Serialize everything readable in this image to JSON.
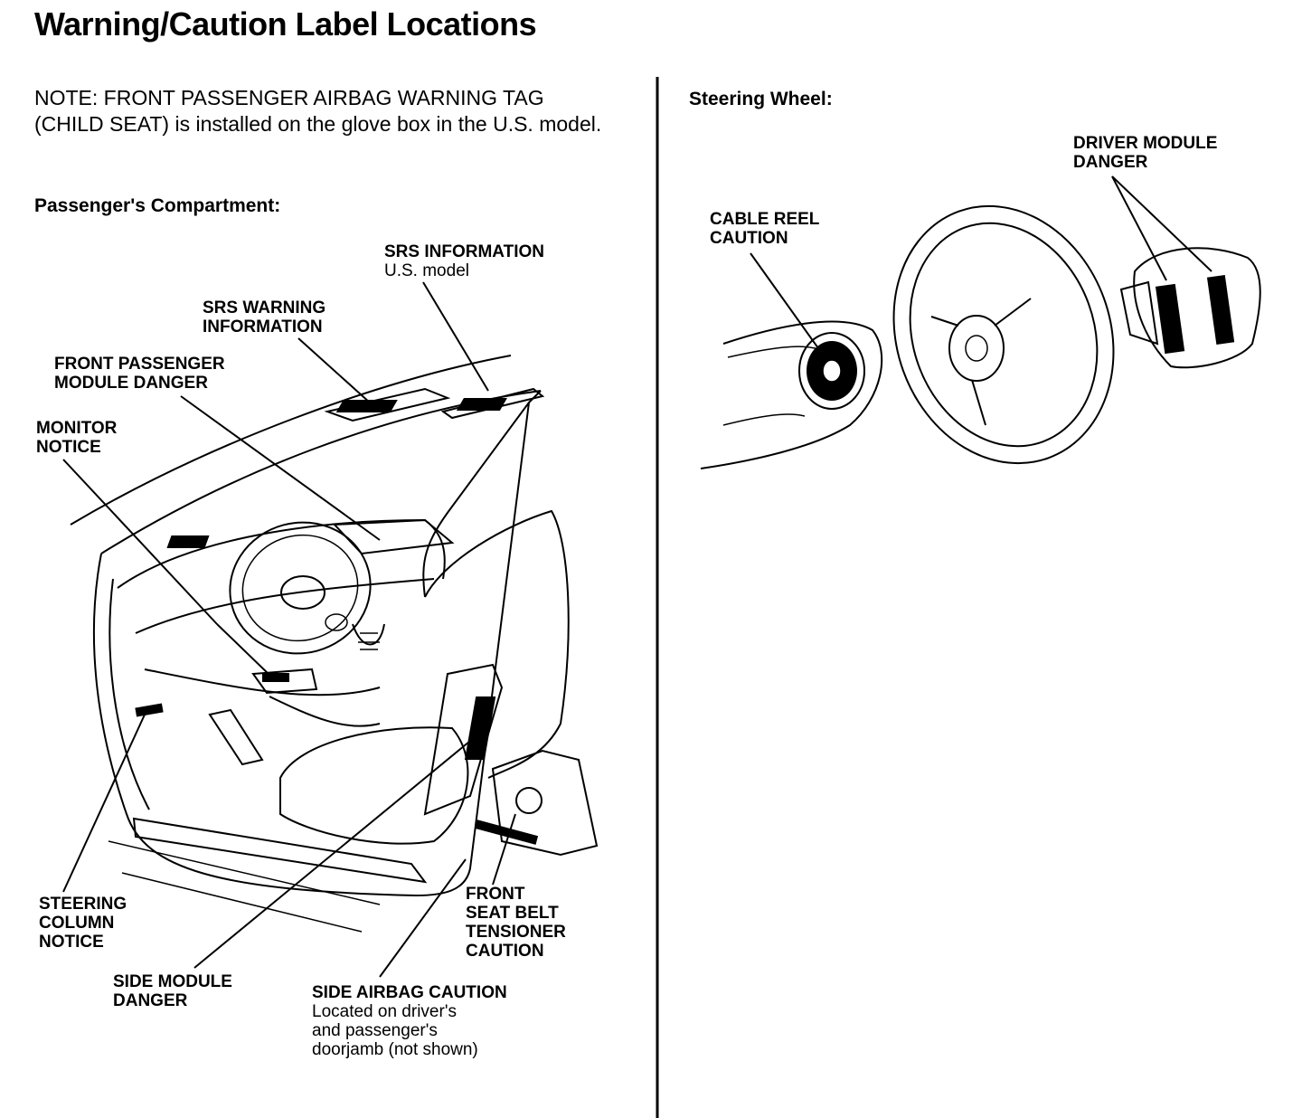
{
  "title": "Warning/Caution Label Locations",
  "note": "NOTE: FRONT PASSENGER AIRBAG WARNING TAG (CHILD SEAT) is installed on the glove box in the U.S. model.",
  "passenger": {
    "heading": "Passenger's Compartment:",
    "labels": {
      "srs_information": {
        "bold": "SRS INFORMATION",
        "regular": "U.S. model"
      },
      "srs_warning": {
        "line1": "SRS WARNING",
        "line2": "INFORMATION"
      },
      "front_passenger": {
        "line1": "FRONT PASSENGER",
        "line2": "MODULE DANGER"
      },
      "monitor": {
        "line1": "MONITOR",
        "line2": "NOTICE"
      },
      "steering_column": {
        "line1": "STEERING",
        "line2": "COLUMN",
        "line3": "NOTICE"
      },
      "side_module": {
        "line1": "SIDE MODULE",
        "line2": "DANGER"
      },
      "side_airbag": {
        "bold": "SIDE AIRBAG CAUTION",
        "r1": "Located on driver's",
        "r2": "and passenger's",
        "r3": "doorjamb (not shown)"
      },
      "seat_belt": {
        "line1": "FRONT",
        "line2": "SEAT BELT",
        "line3": "TENSIONER",
        "line4": "CAUTION"
      }
    }
  },
  "steering": {
    "heading": "Steering Wheel:",
    "labels": {
      "cable_reel": {
        "line1": "CABLE REEL",
        "line2": "CAUTION"
      },
      "driver_module": {
        "line1": "DRIVER MODULE",
        "line2": "DANGER"
      }
    }
  }
}
